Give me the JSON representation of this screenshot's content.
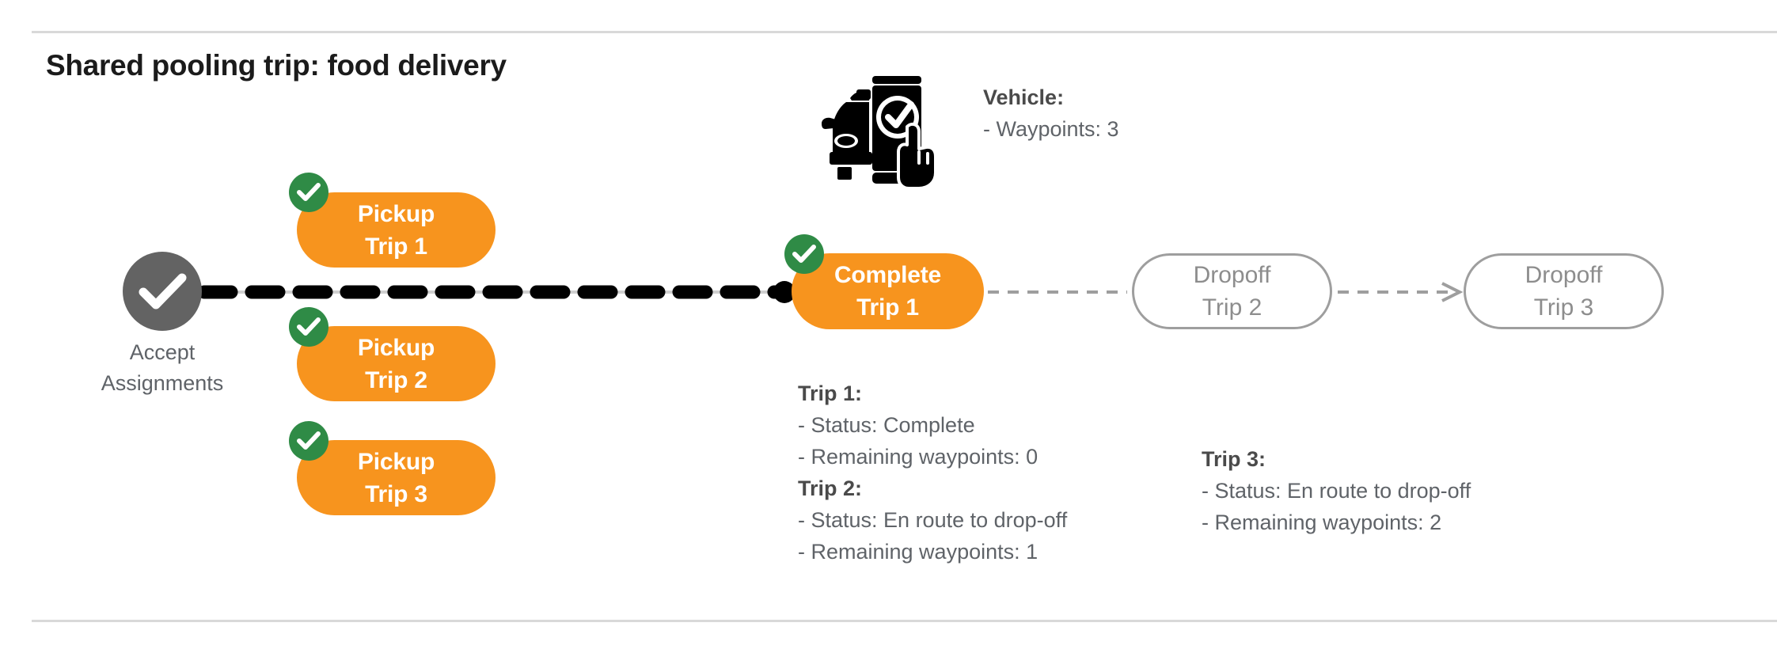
{
  "page": {
    "title": "Shared pooling trip: food delivery",
    "colors": {
      "orange": "#f7941e",
      "green": "#2f8b46",
      "gray_node": "#636363",
      "outline_gray": "#9e9e9e",
      "text_gray": "#5f6368",
      "rule": "#d9d9d9",
      "black": "#000000"
    }
  },
  "accept_node": {
    "icon": "check-circle-icon",
    "label_line1": "Accept",
    "label_line2": "Assignments"
  },
  "pickups": [
    {
      "id": "pickup-1",
      "line1": "Pickup",
      "line2": "Trip 1",
      "badge": "check-badge-icon",
      "state": "done"
    },
    {
      "id": "pickup-2",
      "line1": "Pickup",
      "line2": "Trip 2",
      "badge": "check-badge-icon",
      "state": "done"
    },
    {
      "id": "pickup-3",
      "line1": "Pickup",
      "line2": "Trip 3",
      "badge": "check-badge-icon",
      "state": "done"
    }
  ],
  "complete_node": {
    "line1": "Complete",
    "line2": "Trip 1",
    "badge": "check-badge-icon",
    "state": "done"
  },
  "dropoffs": [
    {
      "id": "dropoff-2",
      "line1": "Dropoff",
      "line2": "Trip 2",
      "state": "pending"
    },
    {
      "id": "dropoff-3",
      "line1": "Dropoff",
      "line2": "Trip 3",
      "state": "pending"
    }
  ],
  "vehicle_info": {
    "icon": "car-phone-check-icon",
    "heading": "Vehicle:",
    "line1": "- Waypoints: 3"
  },
  "trip_info_left": {
    "trip1_heading": "Trip 1:",
    "trip1_status": "- Status:  Complete",
    "trip1_waypoints": "- Remaining waypoints: 0",
    "trip2_heading": "Trip 2:",
    "trip2_status": "- Status:  En route to drop-off",
    "trip2_waypoints": "- Remaining waypoints: 1"
  },
  "trip_info_right": {
    "trip3_heading": "Trip 3:",
    "trip3_status": "- Status:  En route to drop-off",
    "trip3_waypoints": "- Remaining waypoints: 2"
  }
}
